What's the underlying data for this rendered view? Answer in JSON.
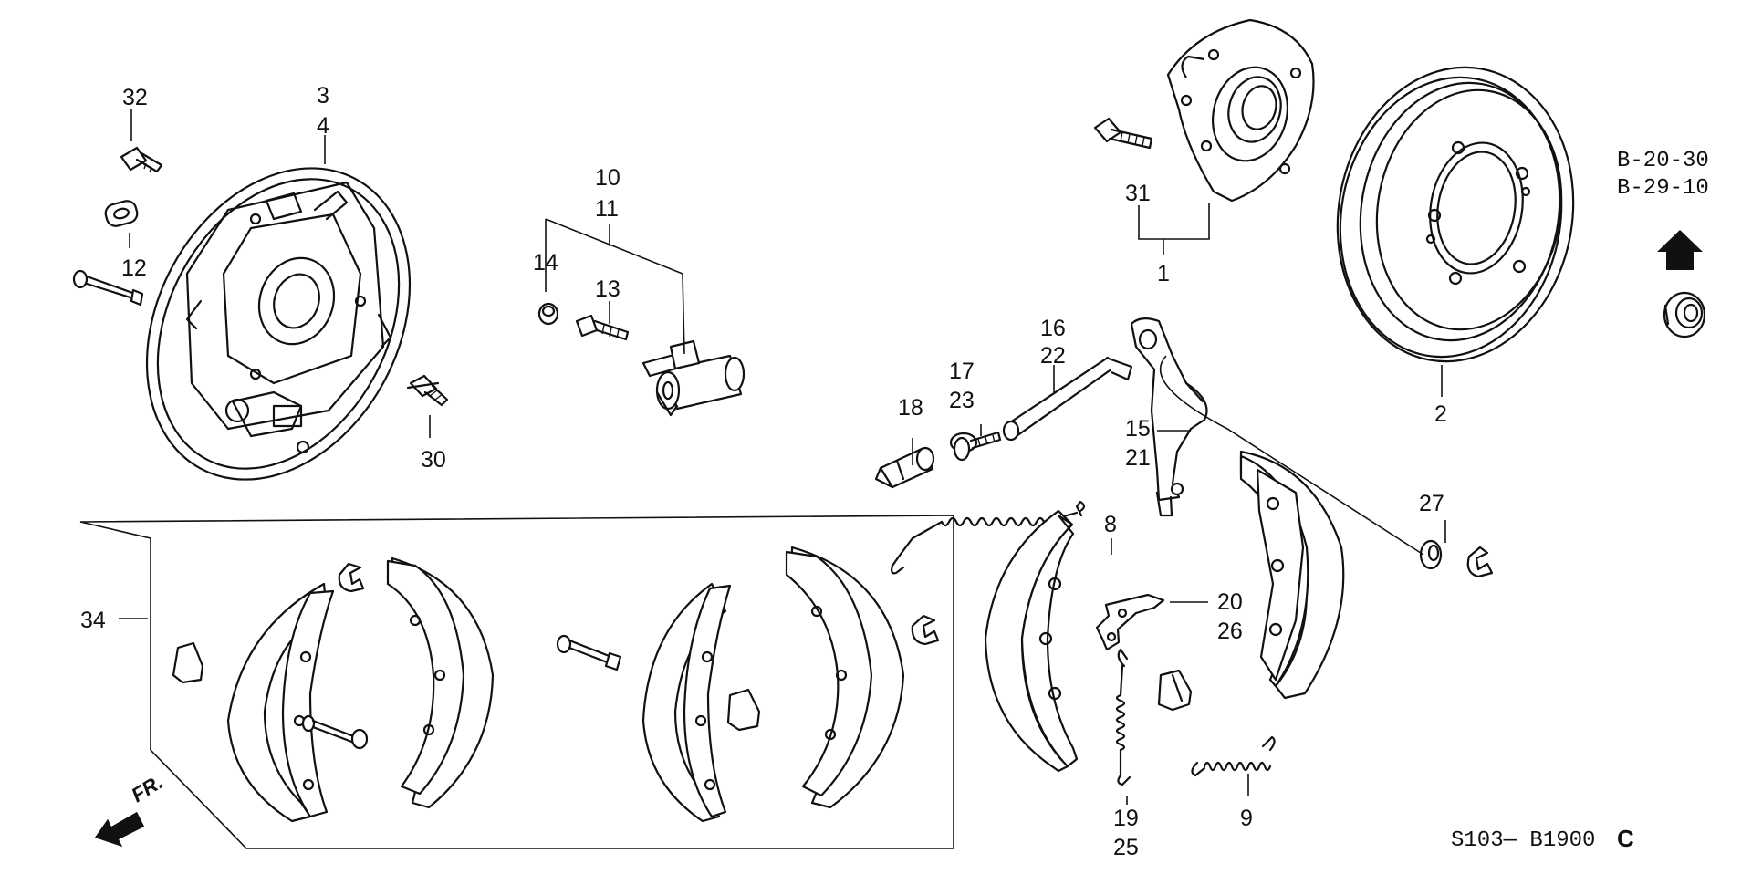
{
  "diagram": {
    "part_numbers": {
      "p1": "1",
      "p2": "2",
      "p3": "3",
      "p4": "4",
      "p8": "8",
      "p9": "9",
      "p10": "10",
      "p11": "11",
      "p12": "12",
      "p13": "13",
      "p14": "14",
      "p15": "15",
      "p16": "16",
      "p17": "17",
      "p18": "18",
      "p19": "19",
      "p20": "20",
      "p21": "21",
      "p22": "22",
      "p23": "23",
      "p25": "25",
      "p26": "26",
      "p27": "27",
      "p30": "30",
      "p31": "31",
      "p32": "32",
      "p34": "34"
    },
    "references": [
      "B-20-30",
      "B-29-10"
    ],
    "direction_label": "FR.",
    "drawing_code": "S103— B1900",
    "drawing_code_suffix": "C"
  }
}
